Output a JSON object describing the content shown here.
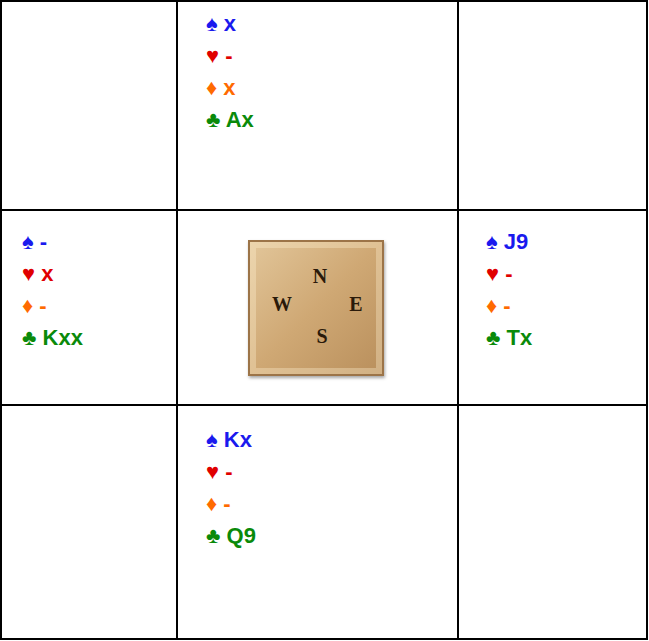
{
  "diagram": {
    "nodes": [
      {
        "text": [
          "♠ x",
          "♥ -",
          "♦ x",
          "♣ Ax"
        ]
      },
      {
        "text": [
          "♠ -",
          "♥ x",
          "♦ -",
          "♣ Kxx"
        ]
      },
      {
        "text": [
          "N",
          "W",
          "E",
          "S"
        ]
      },
      {
        "text": [
          "♠ J9",
          "♥ -",
          "♦ -",
          "♣ Tx"
        ]
      },
      {
        "text": [
          "♠ Kx",
          "♥ -",
          "♦ -",
          "♣ Q9"
        ]
      }
    ]
  }
}
